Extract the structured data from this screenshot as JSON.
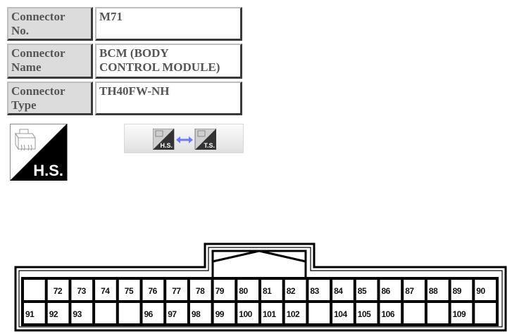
{
  "info_table": {
    "rows": [
      {
        "label": "Connector No.",
        "label_line1": "Connector",
        "label_line2": "No.",
        "value": "M71",
        "value_line1": "M71",
        "value_line2": ""
      },
      {
        "label": "Connector Name",
        "label_line1": "Connector",
        "label_line2": "Name",
        "value": "BCM (BODY CONTROL MODULE)",
        "value_line1": "BCM (BODY",
        "value_line2": "CONTROL MODULE)"
      },
      {
        "label": "Connector Type",
        "label_line1": "Connector",
        "label_line2": "Type",
        "value": "TH40FW-NH",
        "value_line1": "TH40FW-NH",
        "value_line2": ""
      }
    ]
  },
  "view_icon": {
    "label": "H.S.",
    "meaning": "harness-side"
  },
  "view_toggle": {
    "left_label": "H.S.",
    "right_label": "T.S.",
    "arrow_color": "#6b7bff"
  },
  "connector": {
    "columns": 19,
    "top_row": [
      "",
      "72",
      "73",
      "74",
      "75",
      "76",
      "77",
      "78",
      "79",
      "80",
      "81",
      "82",
      "83",
      "84",
      "85",
      "86",
      "87",
      "88",
      "89",
      "90"
    ],
    "top_row_pins": [
      "",
      "72",
      "73",
      "74",
      "75",
      "76",
      "77",
      "78",
      "79",
      "80",
      "81",
      "82",
      "83",
      "84",
      "85",
      "86",
      "87",
      "88",
      "89",
      "90"
    ],
    "bottom_row_pins": [
      "91",
      "92",
      "93",
      "",
      "",
      "96",
      "97",
      "98",
      "99",
      "100",
      "101",
      "102",
      "",
      "104",
      "105",
      "106",
      "",
      "",
      "109",
      ""
    ]
  }
}
